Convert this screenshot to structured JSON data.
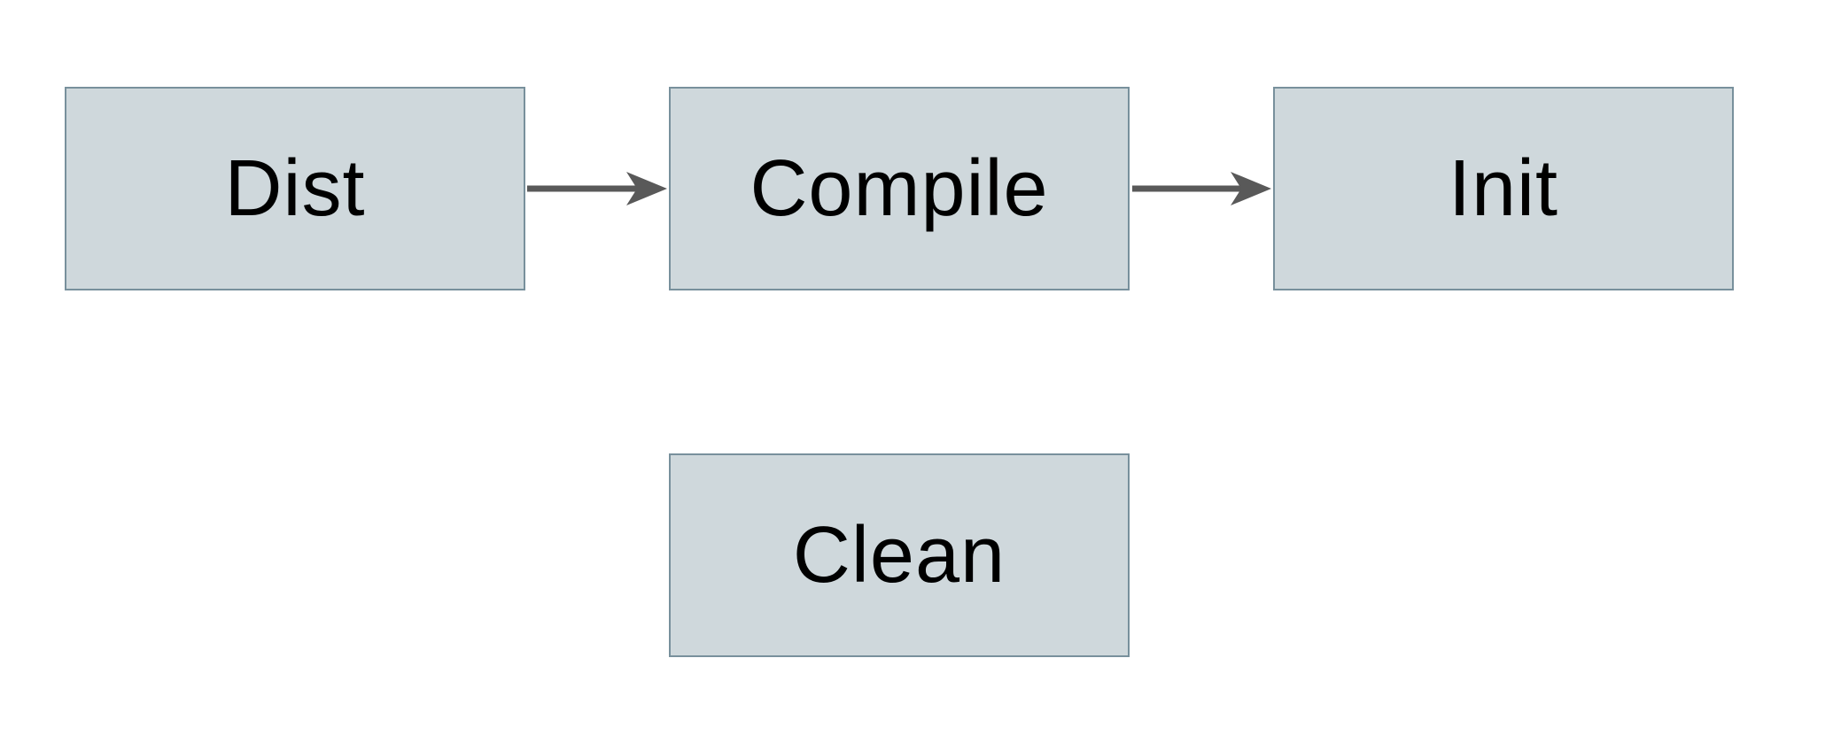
{
  "diagram": {
    "type": "flowchart",
    "nodes": [
      {
        "id": "dist",
        "label": "Dist"
      },
      {
        "id": "compile",
        "label": "Compile"
      },
      {
        "id": "init",
        "label": "Init"
      },
      {
        "id": "clean",
        "label": "Clean"
      }
    ],
    "edges": [
      {
        "from": "Dist",
        "to": "Compile",
        "direction": "right"
      },
      {
        "from": "Compile",
        "to": "Init",
        "direction": "right"
      }
    ],
    "colors": {
      "node_fill": "#cfd8dc",
      "node_border": "#78909c",
      "arrow": "#595959",
      "text": "#000000",
      "background": "#ffffff"
    }
  }
}
